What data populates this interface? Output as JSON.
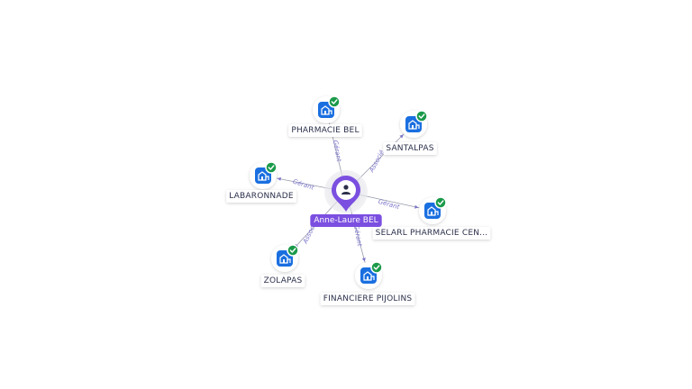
{
  "center": {
    "name": "Anne-Laure BEL",
    "icon": "person-icon",
    "color": "#7b4fe0"
  },
  "companies": [
    {
      "id": "pharmacie-bel",
      "name": "PHARMACIE BEL",
      "relation": "Gérant",
      "verified": true
    },
    {
      "id": "santalpas",
      "name": "SANTALPAS",
      "relation": "Associé",
      "verified": true
    },
    {
      "id": "labaronnade",
      "name": "LABARONNADE",
      "relation": "Gérant",
      "verified": true
    },
    {
      "id": "selarl",
      "name": "SELARL PHARMACIE CEN...",
      "relation": "Gérant",
      "verified": true
    },
    {
      "id": "zolapas",
      "name": "ZOLAPAS",
      "relation": "Associé",
      "verified": true
    },
    {
      "id": "financiere-pijolins",
      "name": "FINANCIERE PIJOLINS",
      "relation": "Gérant",
      "verified": true
    }
  ],
  "colors": {
    "company_icon": "#1a6fe0",
    "verified_badge": "#1b9a4a",
    "edge": "#6b6f86",
    "edge_label": "#7a73c9"
  },
  "icons": {
    "company": "building-icon",
    "badge": "check-badge-icon"
  }
}
